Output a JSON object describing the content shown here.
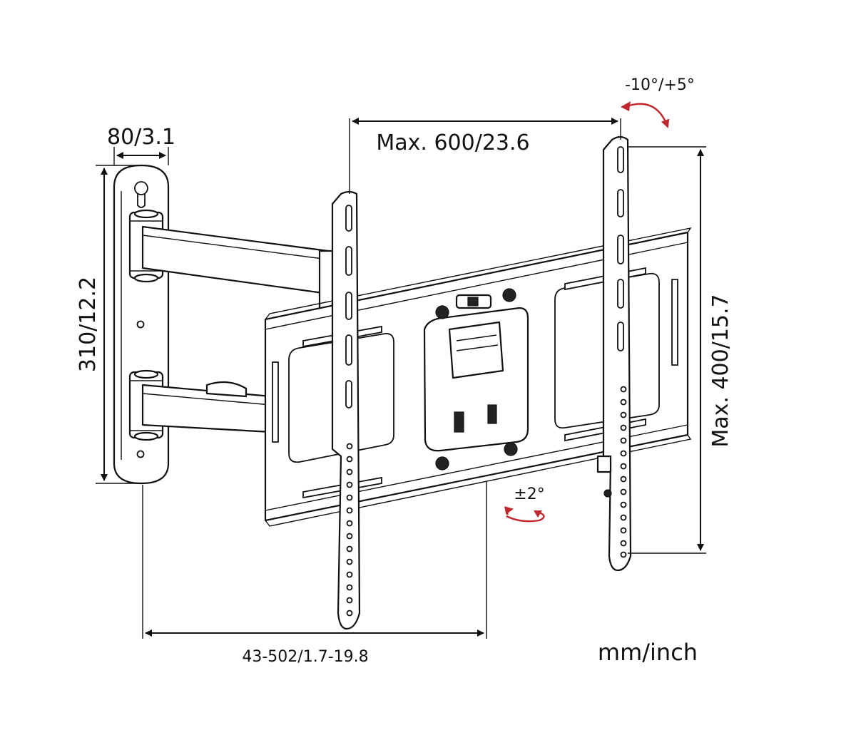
{
  "labels": {
    "wall_plate_depth": "80/3.1",
    "wall_plate_height": "310/12.2",
    "max_horizontal": "Max. 600/23.6",
    "max_vertical": "Max. 400/15.7",
    "extension": "43-502/1.7-19.8",
    "tilt": "-10°/+5°",
    "level_adjust": "±2°",
    "units": "mm/inch"
  },
  "colors": {
    "line": "#111111",
    "arrow_red": "#c0282d",
    "background": "#ffffff"
  }
}
